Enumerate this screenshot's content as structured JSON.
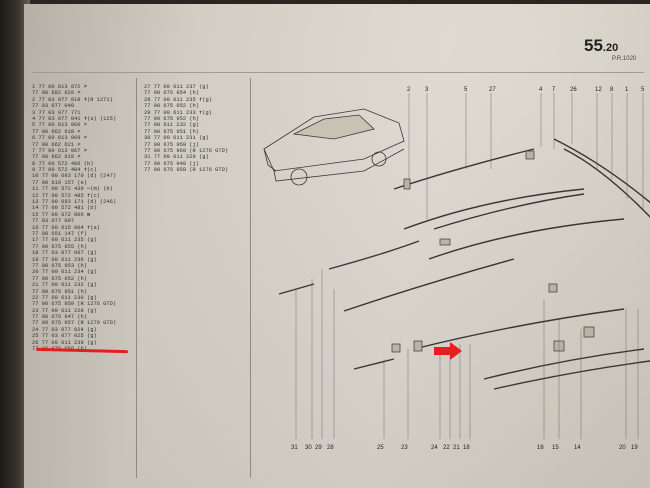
{
  "page_header": {
    "number_main": "55",
    "number_dec": ".20",
    "subtitle": "P.R.1020"
  },
  "parts_list": {
    "left_column": [
      "1 77 00 613 072 ≠",
      "  77 00 682 620 ≠",
      "2 77 03 077 018 ✝(R 1271)",
      "  77 03 077 040",
      "3 77 03 077 771",
      "4 77 03 077 041 ✝(a) (125)",
      "5 77 00 613 066 ≠",
      "  77 00 662 618 ≠",
      "6 77 00 613 069 ≠",
      "  77 00 662 621 ≠",
      "7 77 00 613 067 ≠",
      "  77 00 662 619 ≠",
      "8 77 00 572 486 (b)",
      "9 77 00 572 484 ✝(c)",
      "10 77 00 693 170 (d) (247)",
      "  77 00 619 157 (e)",
      "11 77 00 572 439 ✂(m) (b)",
      "12 77 00 572 485 ✝(c)",
      "13 77 00 693 171 (d) (246)",
      "14 77 00 572 481 (b)",
      "15 77 00 672 006 ⊠",
      "  77 03 077 007",
      "16 77 00 615 004 ✝(a)",
      "  77 00 651 147 (f)",
      "17 77 00 611 235 (g)",
      "  77 00 675 955 (h)",
      "18 77 03 077 067 (g)",
      "19 77 00 611 236 (g)",
      "  77 00 675 953 (h)",
      "20 77 00 611 234 (g)",
      "  77 00 675 952 (h)",
      "21 77 00 611 232 (g)",
      "  77 00 675 951 (h)",
      "22 77 00 611 230 (g)",
      "  77 00 675 959 (R 1276 GTD)",
      "23 77 00 611 228 (g)",
      "  77 00 675 947 (h)",
      "  77 00 675 957 (R 1276 GTD)",
      "24 77 03 077 024 (g)",
      "25 77 03 077 025 (g)",
      "26 77 00 611 239 (g)",
      "  77 00 675 956 (h)"
    ],
    "right_column": [
      "27 77 00 611 237 (g)",
      "  77 00 675 954 (h)",
      "28 77 00 611 235 ✝(g)",
      "  77 00 675 952 (h)",
      "29 77 00 611 233 ✝(g)",
      "  77 00 675 952 (h)",
      "  77 00 611 232 (g)",
      "  77 00 675 951 (h)",
      "30 77 00 611 231 (g)",
      "  77 00 675 950 (j)",
      "  77 00 675 960 (R 1276 GTD)",
      "31 77 00 611 229 (g)",
      "  77 00 675 948 (j)",
      "  77 00 675 958 (R 1276 GTD)"
    ]
  },
  "diagram": {
    "top_callouts": [
      "2",
      "3",
      "5",
      "27",
      "4",
      "7",
      "26",
      "12",
      "8",
      "1",
      "5"
    ],
    "bottom_callouts": [
      "31",
      "30",
      "29",
      "28",
      "25",
      "23",
      "24",
      "22",
      "21",
      "18",
      "16",
      "15",
      "14",
      "20",
      "19"
    ],
    "colors": {
      "ink": "#3a3632",
      "marker": "#e61e1e"
    }
  }
}
